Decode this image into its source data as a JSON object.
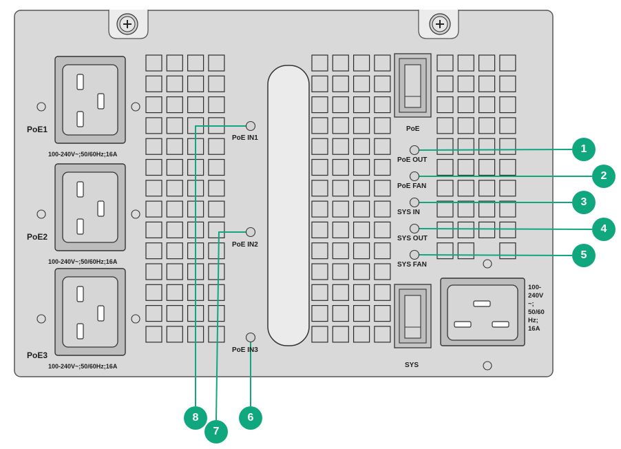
{
  "panel": {
    "supply_labels": [
      "PoE1",
      "PoE2",
      "PoE3"
    ],
    "input_rating": "100-240V~;50/60Hz;16A",
    "sys_rating": "100-\n240V\n~;\n50/60\nHz;\n16A",
    "poe_switch_label": "PoE",
    "sys_switch_label": "SYS",
    "poe_in_labels": [
      "PoE IN1",
      "PoE IN2",
      "PoE IN3"
    ],
    "status_leds": [
      "PoE OUT",
      "PoE FAN",
      "SYS IN",
      "SYS OUT",
      "SYS FAN"
    ]
  },
  "callouts": [
    "1",
    "2",
    "3",
    "4",
    "5",
    "6",
    "7",
    "8"
  ],
  "colors": {
    "panel": "#d9d9d9",
    "panel_border": "#555555",
    "callout": "#10a77f",
    "leader_line": "#10a77f"
  }
}
